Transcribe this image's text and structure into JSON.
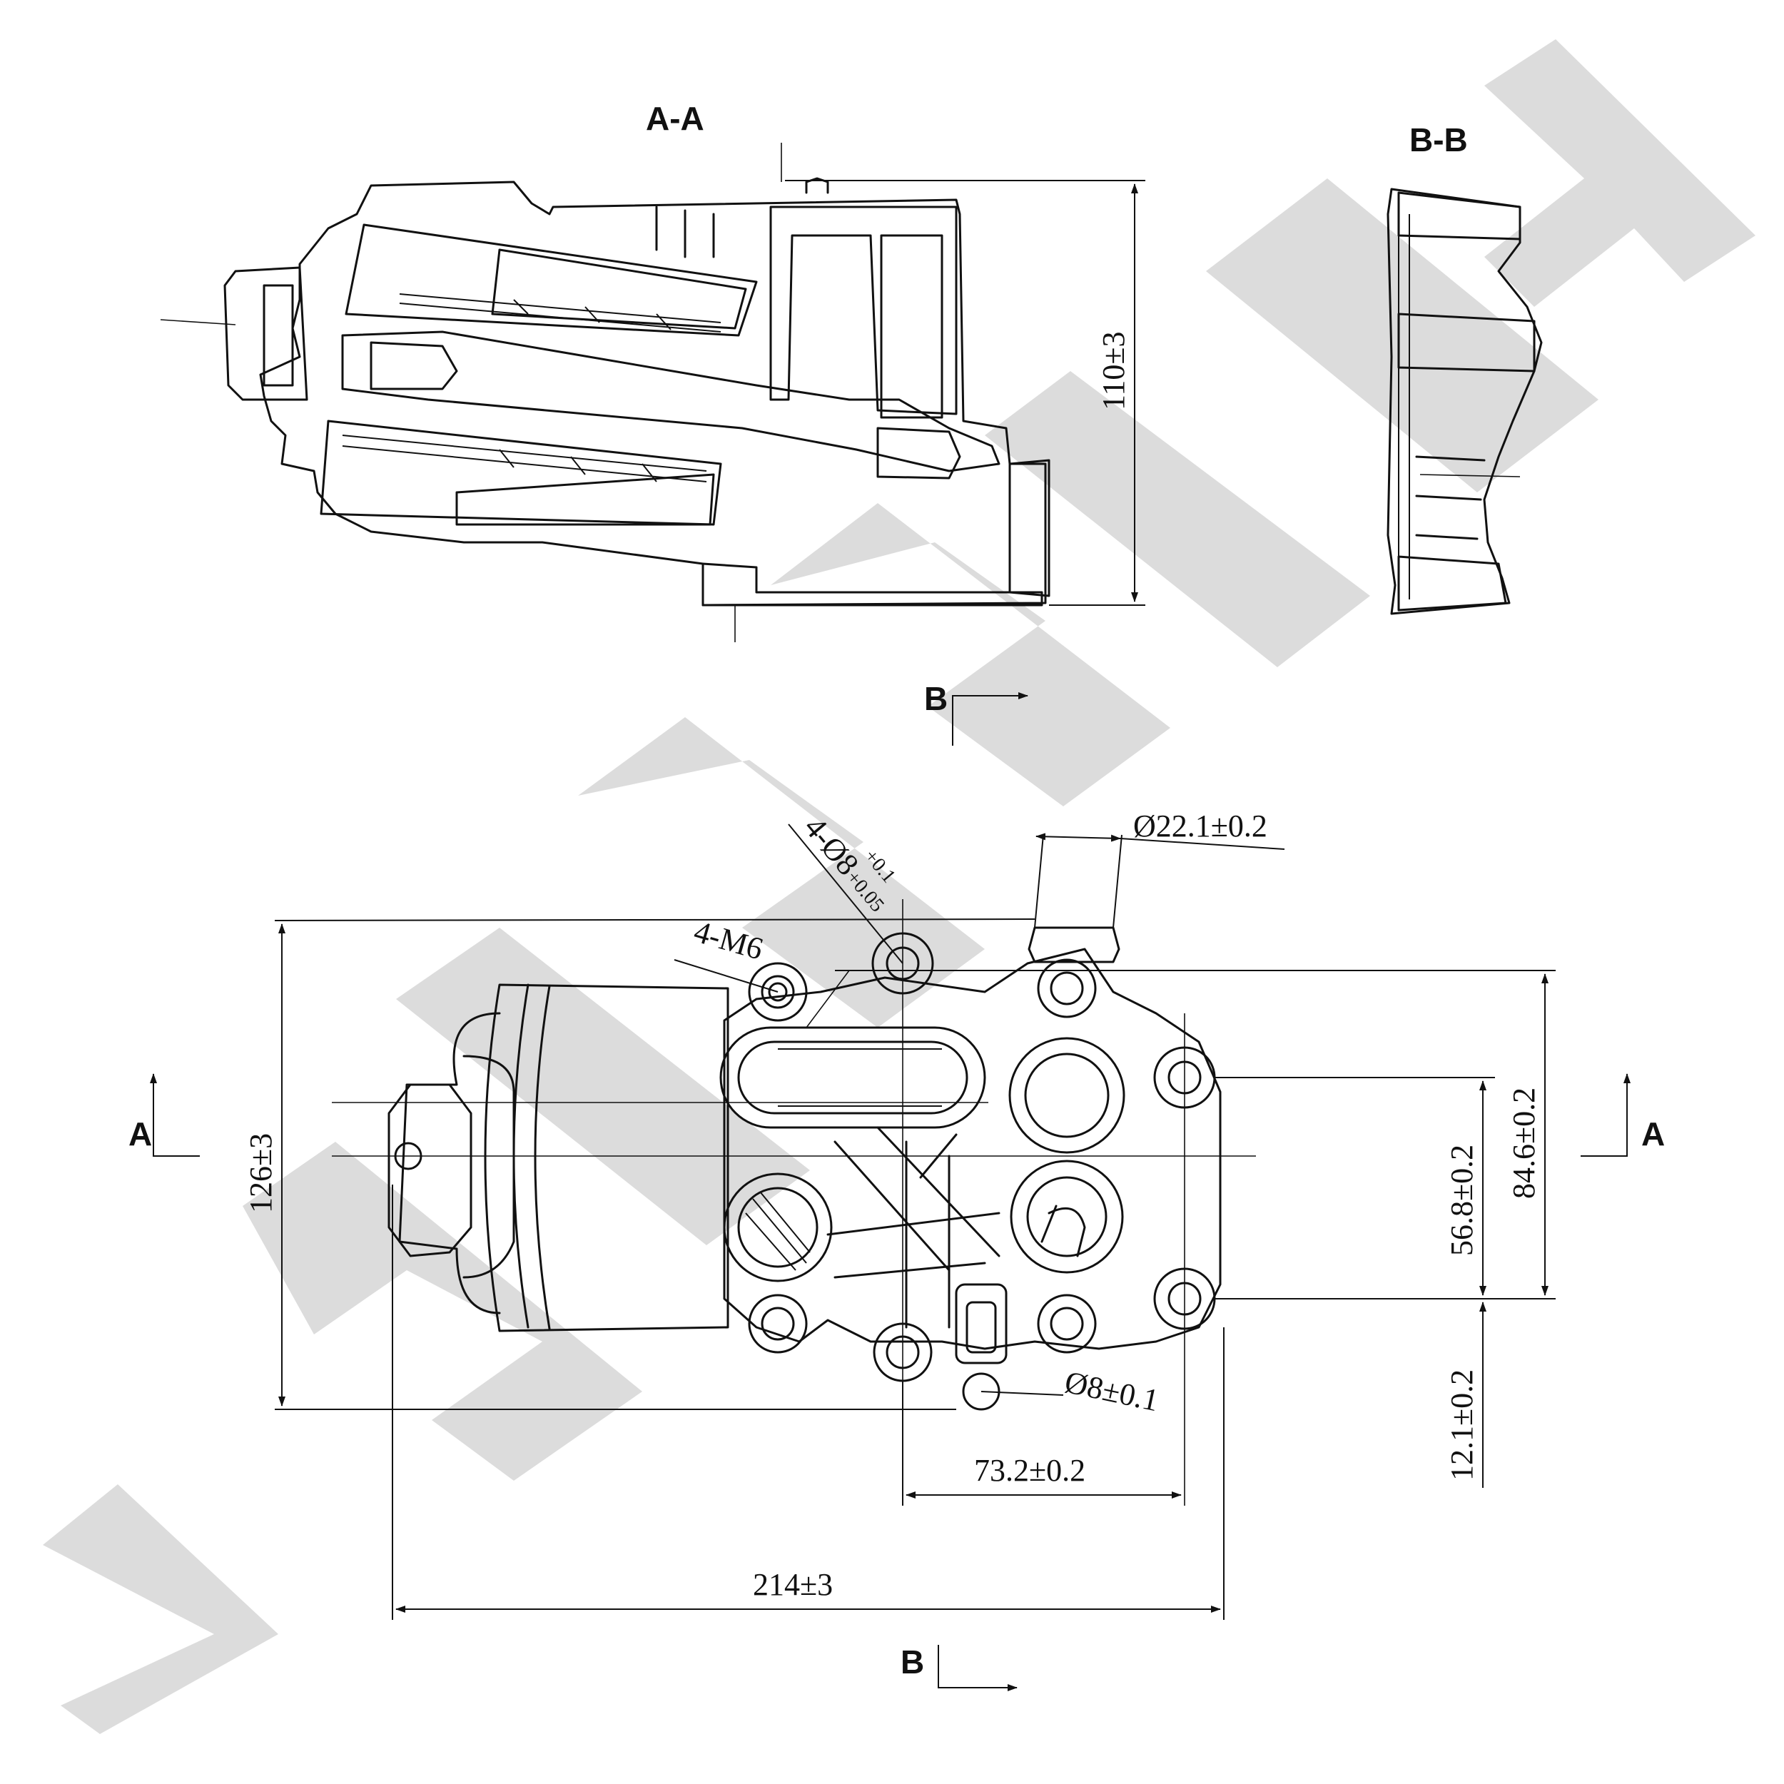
{
  "watermark": "ZENNEX",
  "views": {
    "section_aa": "A-A",
    "section_bb": "B-B",
    "cut_a_left": "A",
    "cut_a_right": "A",
    "cut_b_top": "B",
    "cut_b_bottom": "B"
  },
  "dimensions": {
    "height_section": "110±3",
    "pipe_diameter": "Ø22.1±0.2",
    "holes_label": "4-Ø8",
    "holes_tol_upper": "+0.1",
    "holes_tol_lower": "+0.05",
    "threads": "4-M6",
    "overall_height": "126±3",
    "span_small": "56.8±0.2",
    "span_large": "84.6±0.2",
    "offset_bottom": "12.1±0.2",
    "pin_diameter": "Ø8±0.1",
    "hole_spacing": "73.2±0.2",
    "overall_length": "214±3"
  }
}
